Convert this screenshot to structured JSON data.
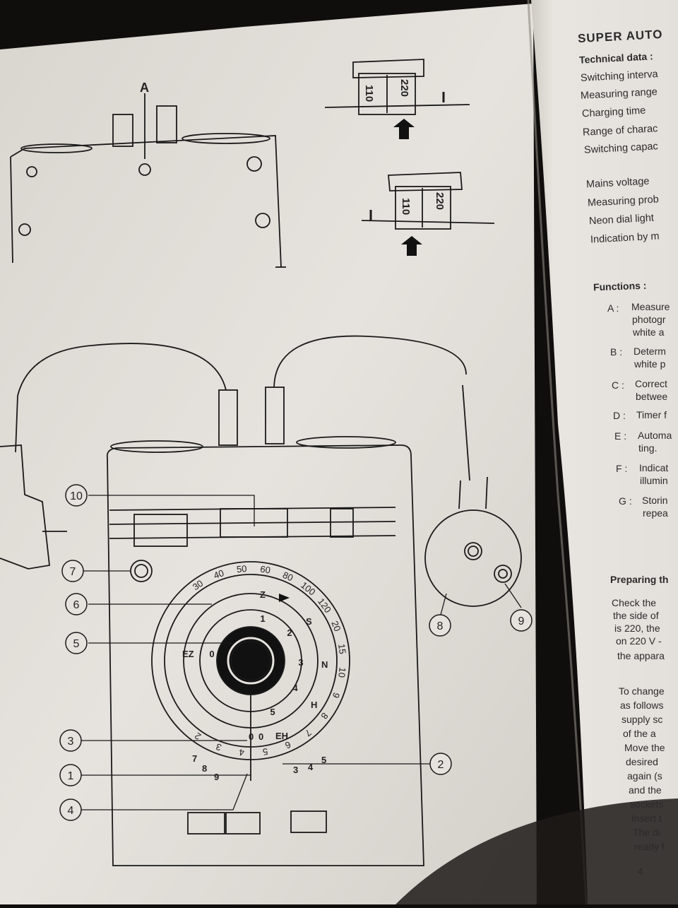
{
  "diagram": {
    "label_a": "A",
    "voltage_high": "220",
    "voltage_low": "110",
    "callouts": [
      "10",
      "7",
      "6",
      "5",
      "3",
      "1",
      "4",
      "2",
      "8",
      "9"
    ],
    "dial_outer": [
      "30",
      "40",
      "50",
      "60",
      "80",
      "100",
      "120",
      "20",
      "15",
      "10",
      "9",
      "8",
      "7",
      "6",
      "5",
      "4",
      "3",
      "2"
    ],
    "dial_inner": [
      "0",
      "1",
      "2",
      "3",
      "4",
      "5"
    ],
    "dial_letters": [
      "EZ",
      "S",
      "N",
      "H",
      "EH",
      "Z"
    ],
    "bottom_left_digits": [
      "7",
      "8",
      "9"
    ],
    "bottom_right_digits": [
      "3",
      "4",
      "5"
    ],
    "counter_digits": [
      "0",
      "0"
    ]
  },
  "right_page": {
    "title": "SUPER AUTO",
    "technical_heading": "Technical data :",
    "tech_lines": [
      "Switching interva",
      "Measuring range",
      "Charging time",
      "Range of charac",
      "Switching capac"
    ],
    "tech_lines2": [
      "Mains voltage",
      "Measuring prob",
      "Neon dial light",
      "Indication by m"
    ],
    "functions_heading": "Functions :",
    "functions": [
      {
        "key": "A :",
        "lines": [
          "Measure",
          "photogr",
          "white a"
        ]
      },
      {
        "key": "B :",
        "lines": [
          "Determ",
          "white p"
        ]
      },
      {
        "key": "C :",
        "lines": [
          "Correct",
          "betwee"
        ]
      },
      {
        "key": "D :",
        "lines": [
          "Timer f"
        ]
      },
      {
        "key": "E :",
        "lines": [
          "Automa",
          "ting."
        ]
      },
      {
        "key": "F :",
        "lines": [
          "Indicat",
          "illumin"
        ]
      },
      {
        "key": "G :",
        "lines": [
          "Storin",
          "repea"
        ]
      }
    ],
    "preparing_heading": "Preparing th",
    "prep_lines": [
      "Check  the",
      "the side of",
      "is 220, the",
      "on 220 V -",
      "the appara"
    ],
    "change_lines": [
      "To change",
      "as follows",
      "supply sc",
      "of the a",
      "Move the",
      "desired",
      "again (s",
      "and the",
      "sockets",
      "Insert t",
      "The di",
      "ready f"
    ],
    "page_number": "4"
  }
}
